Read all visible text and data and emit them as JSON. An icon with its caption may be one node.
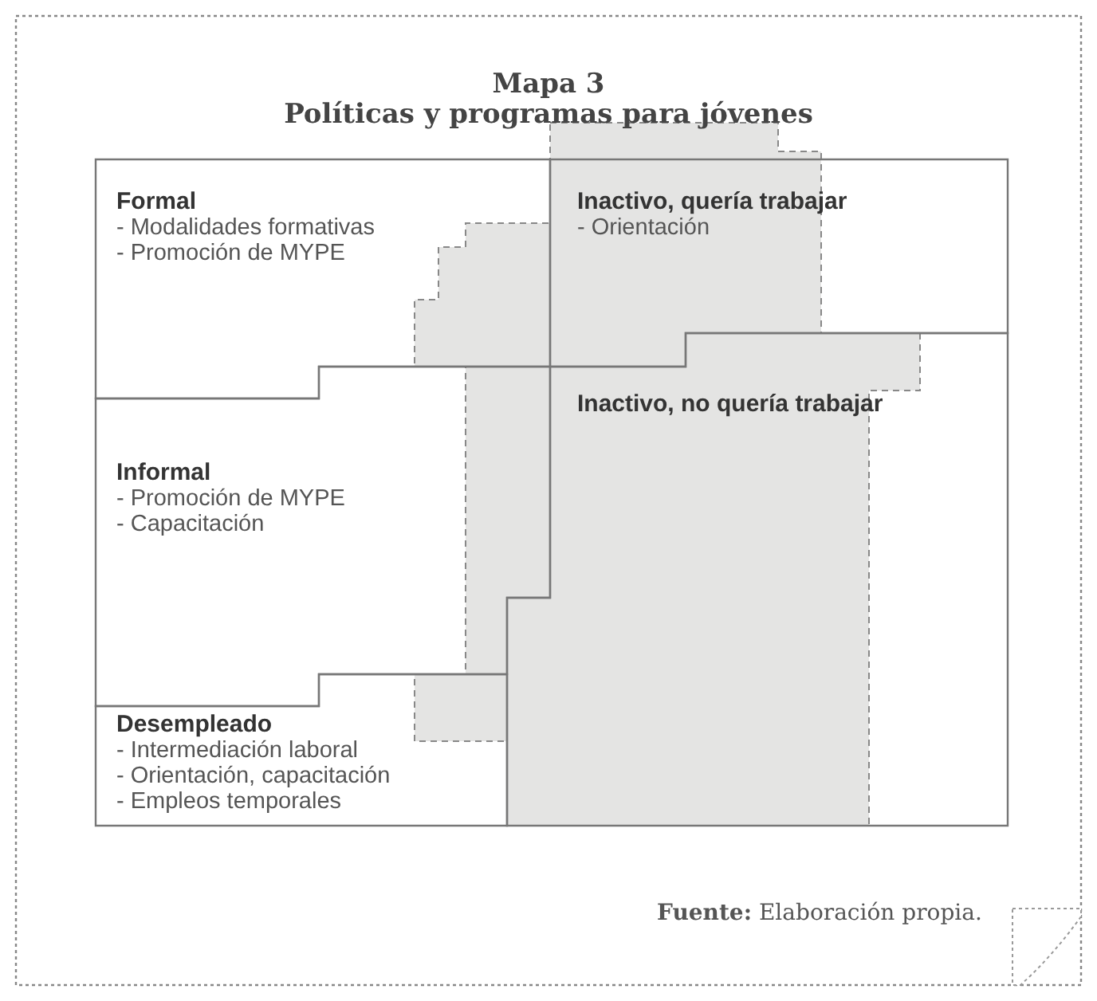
{
  "diagram": {
    "title": "Políticas y programas para jóvenes",
    "caption": "**Fuente:** Elaboración propia.",
    "labels": [
      "Mapa 3"
    ],
    "nodes": [
      {
        "text": [
          "Formal",
          "- Modalidades formativas",
          "- Promoción de MYPE"
        ]
      },
      {
        "text": [
          "Informal",
          "- Promoción de MYPE",
          "- Capacitación"
        ]
      },
      {
        "text": [
          "Desempleado",
          "- Intermediación laboral",
          "- Orientación, capacitación",
          "- Empleos temporales"
        ]
      },
      {
        "text": [
          "Inactivo, quería trabajar",
          "- Orientación"
        ]
      },
      {
        "text": [
          "Inactivo, no quería trabajar"
        ]
      }
    ]
  }
}
